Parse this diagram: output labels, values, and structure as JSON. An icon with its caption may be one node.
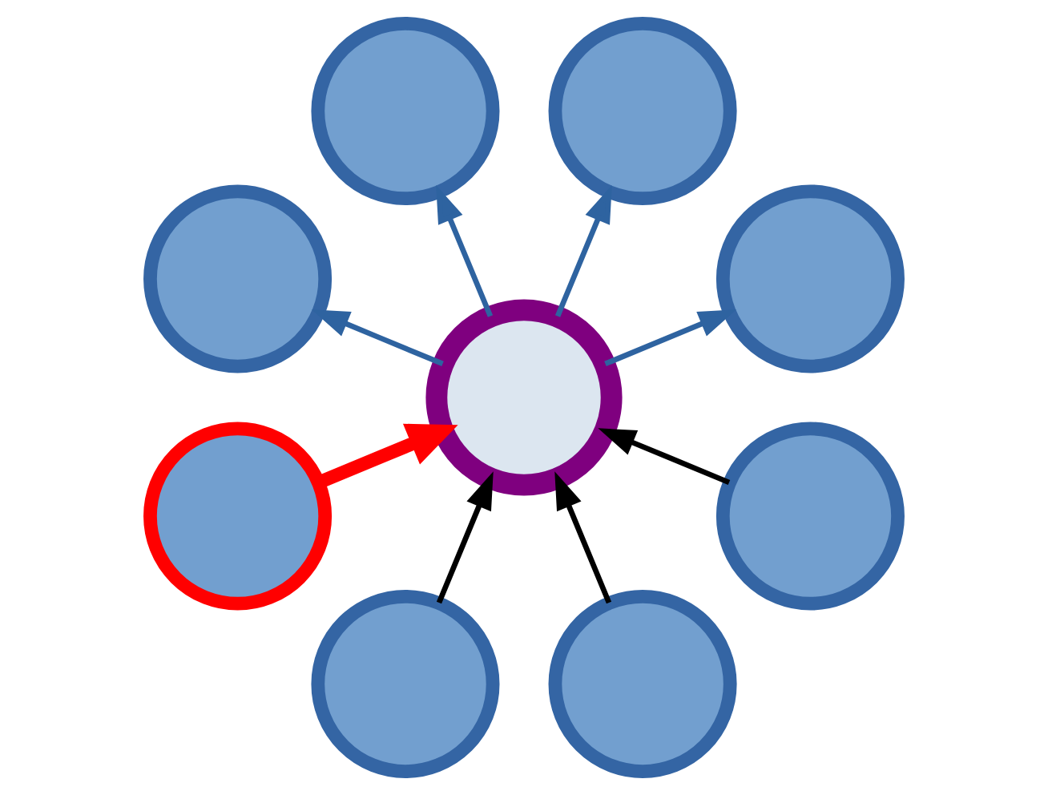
{
  "diagram": {
    "nodes": [
      {
        "text": [],
        "shape": "circle"
      },
      {
        "text": [],
        "shape": "circle"
      },
      {
        "text": [],
        "shape": "circle"
      },
      {
        "text": [],
        "shape": "circle"
      },
      {
        "text": [],
        "shape": "circle"
      },
      {
        "text": [],
        "shape": "circle"
      },
      {
        "text": [],
        "shape": "circle"
      },
      {
        "text": [],
        "shape": "circle"
      },
      {
        "text": [],
        "shape": "circle"
      }
    ],
    "edges": [
      {
        "from": 0,
        "to": 4,
        "arrow": "to",
        "style": "thick",
        "color": "#ff0000"
      },
      {
        "from": 2,
        "to": 4,
        "arrow": "to",
        "color": "#000000"
      },
      {
        "from": 5,
        "to": 4,
        "arrow": "to",
        "color": "#000000"
      },
      {
        "from": 7,
        "to": 4,
        "arrow": "to",
        "color": "#000000"
      },
      {
        "from": 4,
        "to": 1,
        "arrow": "to",
        "color": "#2e63a0"
      },
      {
        "from": 4,
        "to": 3,
        "arrow": "to",
        "color": "#2e63a0"
      },
      {
        "from": 4,
        "to": 6,
        "arrow": "to",
        "color": "#2e63a0"
      },
      {
        "from": 4,
        "to": 8,
        "arrow": "to",
        "color": "#2e63a0"
      }
    ]
  }
}
